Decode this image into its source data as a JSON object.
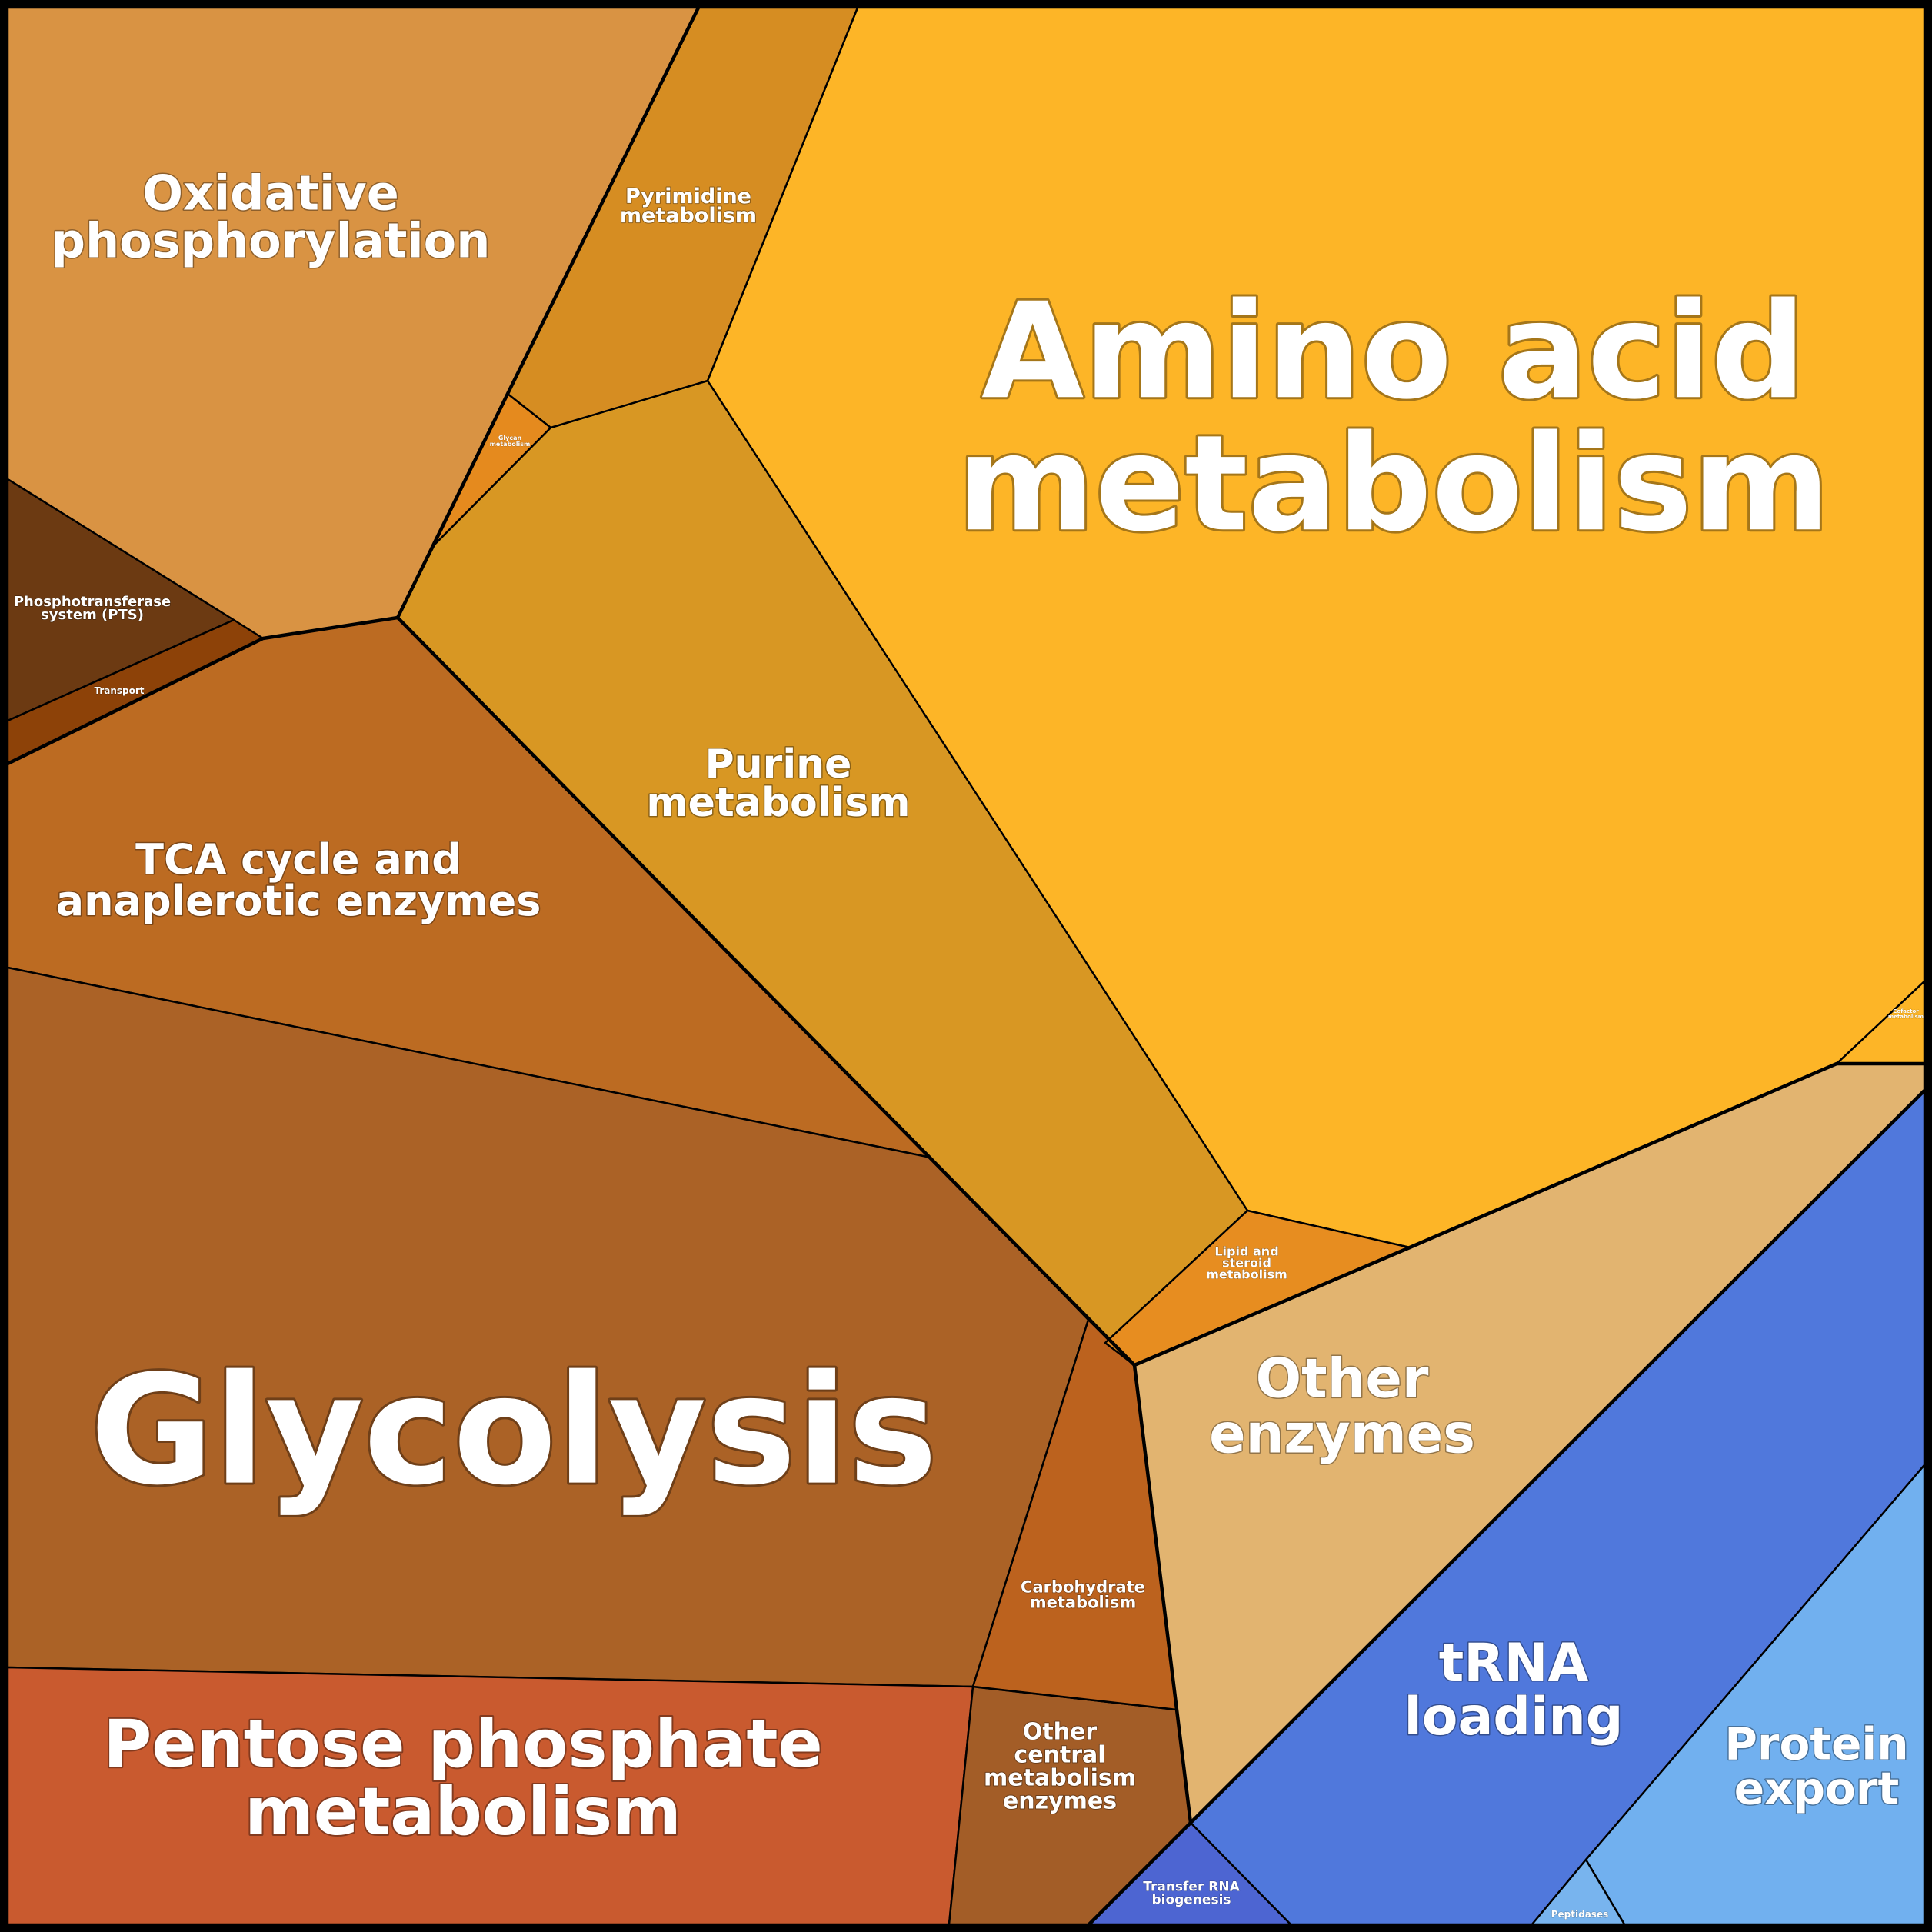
{
  "colors": {
    "background": "#000000",
    "label": "#ffffff",
    "amino_acid": "#fdb527",
    "purine": "#d89723",
    "pyrimidine": "#d68d22",
    "oxidative": "#d99343",
    "glycan": "#e58a1e",
    "pts": "#6c3a12",
    "transport": "#8d4208",
    "tca": "#bc6b22",
    "glycolysis": "#ab6226",
    "pentose": "#c95a2f",
    "other_central": "#a35d27",
    "carbohydrate": "#bc621e",
    "lipid": "#e78d20",
    "other_enzymes": "#e2b470",
    "trna_loading": "#5078dc",
    "protein_export": "#71b0ef",
    "transfer_rna": "#4d65d2",
    "peptidases": "#78b4ee"
  },
  "regions": {
    "amino_acid": {
      "lines": [
        "Amino acid",
        "metabolism"
      ]
    },
    "purine": {
      "lines": [
        "Purine",
        "metabolism"
      ]
    },
    "pyrimidine": {
      "lines": [
        "Pyrimidine",
        "metabolism"
      ]
    },
    "oxidative": {
      "lines": [
        "Oxidative",
        "phosphorylation"
      ]
    },
    "glycan": {
      "lines": [
        "Glycan",
        "metabolism"
      ]
    },
    "pts": {
      "lines": [
        "Phosphotransferase",
        "system (PTS)"
      ]
    },
    "transport": {
      "lines": [
        "Transport"
      ]
    },
    "tca": {
      "lines": [
        "TCA cycle and",
        "anaplerotic enzymes"
      ]
    },
    "glycolysis": {
      "lines": [
        "Glycolysis"
      ]
    },
    "pentose": {
      "lines": [
        "Pentose phosphate",
        "metabolism"
      ]
    },
    "other_central": {
      "lines": [
        "Other",
        "central",
        "metabolism",
        "enzymes"
      ]
    },
    "carbohydrate": {
      "lines": [
        "Carbohydrate",
        "metabolism"
      ]
    },
    "lipid": {
      "lines": [
        "Lipid and",
        "steroid",
        "metabolism"
      ]
    },
    "other_enzymes": {
      "lines": [
        "Other",
        "enzymes"
      ]
    },
    "trna_loading": {
      "lines": [
        "tRNA",
        "loading"
      ]
    },
    "protein_export": {
      "lines": [
        "Protein",
        "export"
      ]
    },
    "transfer_rna": {
      "lines": [
        "Transfer RNA",
        "biogenesis"
      ]
    },
    "peptidases": {
      "lines": [
        "Peptidases"
      ]
    },
    "cofactor": {
      "lines": [
        "Cofactor",
        "metabolism"
      ]
    }
  }
}
